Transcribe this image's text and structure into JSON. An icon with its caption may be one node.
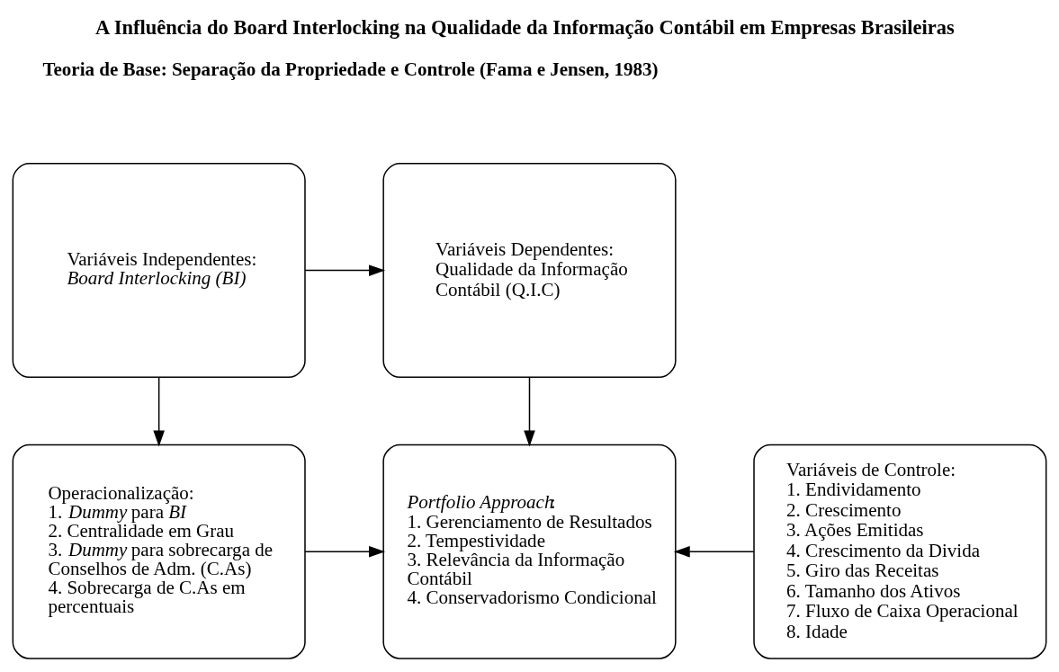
{
  "diagram": {
    "title": "A Influência do Board Interlocking na Qualidade da Informação Contábil em Empresas Brasileiras",
    "nodes": [
      {
        "text": [
          "Variáveis Independentes:",
          "*Board Interlocking (BI)*"
        ]
      },
      {
        "text": [
          "Variáveis Dependentes:",
          "Qualidade da Informação Contábil (Q.I.C)"
        ]
      },
      {
        "text": [
          "Operacionalização:",
          "1. *Dummy* para *BI*",
          "2. Centralidade em Grau",
          "3. *Dummy* para sobrecarga de Conselhos de Adm. (C.As)",
          "4. Sobrecarga de C.As em percentuais"
        ]
      },
      {
        "text": [
          "*Portfolio Approach*:",
          "1. Gerenciamento de Resultados",
          "2. Tempestividade",
          "3. Relevância da Informação Contábil",
          "4. Conservadorismo Condicional"
        ]
      },
      {
        "text": [
          "Variáveis de Controle:",
          "1. Endividamento",
          "2. Crescimento",
          "3. Ações Emitidas",
          "4. Crescimento da Divida",
          "5. Giro das Receitas",
          "6. Tamanho dos Ativos",
          "7. Fluxo de Caixa Operacional",
          "8. Idade"
        ]
      }
    ],
    "edges": [
      {
        "from": 0,
        "to": 1,
        "arrow": "to"
      },
      {
        "from": 0,
        "to": 2,
        "arrow": "to"
      },
      {
        "from": 1,
        "to": 3,
        "arrow": "to"
      },
      {
        "from": 2,
        "to": 3,
        "arrow": "to"
      },
      {
        "from": 4,
        "to": 3,
        "arrow": "to"
      }
    ],
    "labels": [
      "Teoria de Base: Separação da Propriedade e Controle (Fama e Jensen, 1983)"
    ]
  }
}
